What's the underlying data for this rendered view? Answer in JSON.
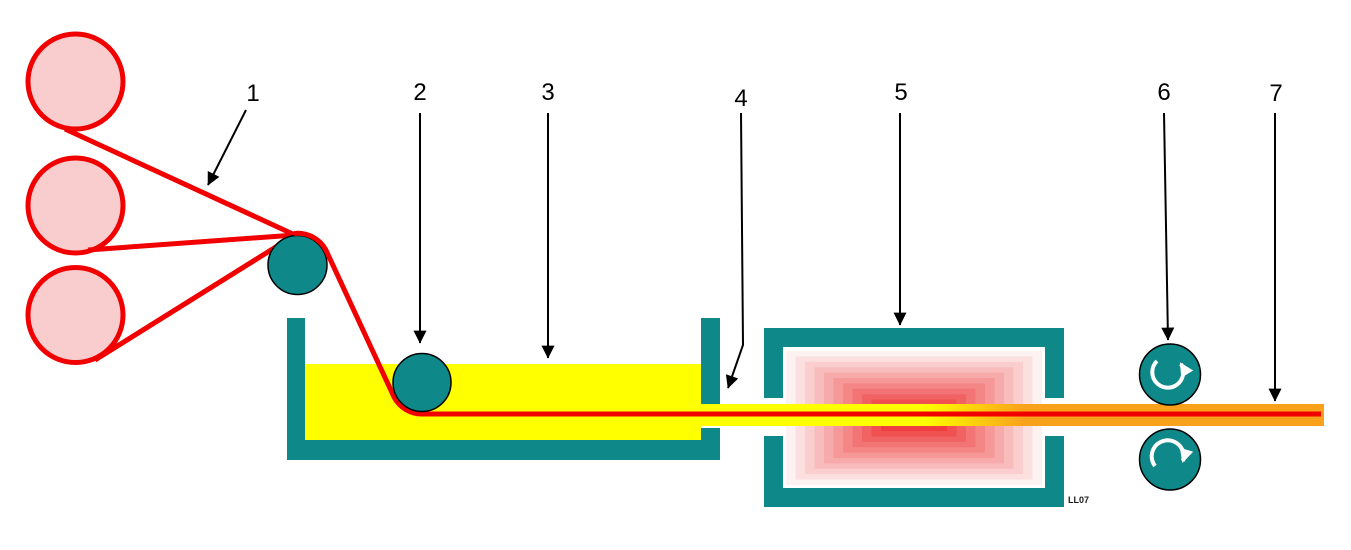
{
  "diagram": {
    "callouts": [
      {
        "label": "1"
      },
      {
        "label": "2"
      },
      {
        "label": "3"
      },
      {
        "label": "4"
      },
      {
        "label": "5"
      },
      {
        "label": "6"
      },
      {
        "label": "7"
      }
    ],
    "watermark": "LL07",
    "colors": {
      "machine_teal": "#0e8888",
      "spool_pink_fill": "#f9cdcd",
      "thread_red": "#f20000",
      "resin_yellow": "#ffff00",
      "heated_strand_orange": "#f9a11b",
      "oven_heat_center": "#ee3e3e",
      "oven_heat_outer": "#fdf2f2",
      "callout_black": "#000000",
      "rotation_arrow_white": "#ffffff"
    },
    "icons": {
      "top_pull_roller": "ccw-rotation-arrow-icon",
      "bottom_pull_roller": "cw-rotation-arrow-icon",
      "callout_pointer": "arrowhead-icon"
    }
  }
}
